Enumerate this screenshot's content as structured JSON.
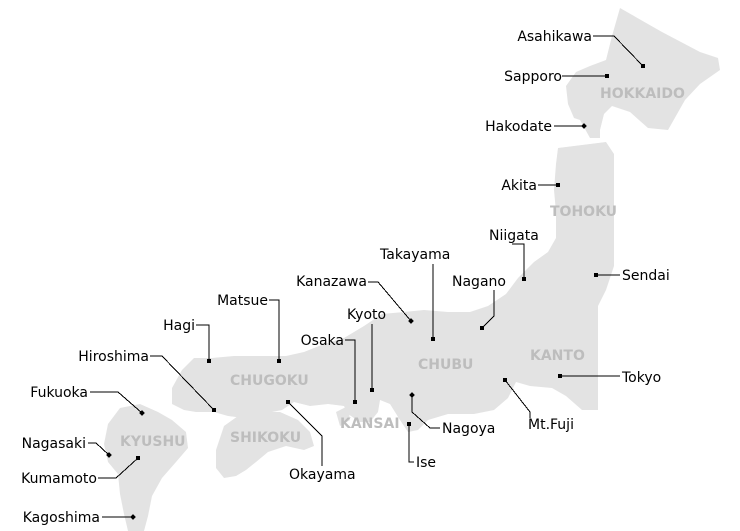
{
  "regions": {
    "hokkaido": "HOKKAIDO",
    "tohoku": "TOHOKU",
    "kanto": "KANTO",
    "chubu": "CHUBU",
    "kansai": "KANSAI",
    "chugoku": "CHUGOKU",
    "shikoku": "SHIKOKU",
    "kyushu": "KYUSHU"
  },
  "cities": {
    "asahikawa": "Asahikawa",
    "sapporo": "Sapporo",
    "hakodate": "Hakodate",
    "akita": "Akita",
    "niigata": "Niigata",
    "sendai": "Sendai",
    "takayama": "Takayama",
    "kanazawa": "Kanazawa",
    "nagano": "Nagano",
    "matsue": "Matsue",
    "kyoto": "Kyoto",
    "hagi": "Hagi",
    "osaka": "Osaka",
    "hiroshima": "Hiroshima",
    "tokyo": "Tokyo",
    "fukuoka": "Fukuoka",
    "mtfuji": "Mt.Fuji",
    "nagoya": "Nagoya",
    "nagasaki": "Nagasaki",
    "ise": "Ise",
    "kumamoto": "Kumamoto",
    "okayama": "Okayama",
    "kagoshima": "Kagoshima"
  }
}
